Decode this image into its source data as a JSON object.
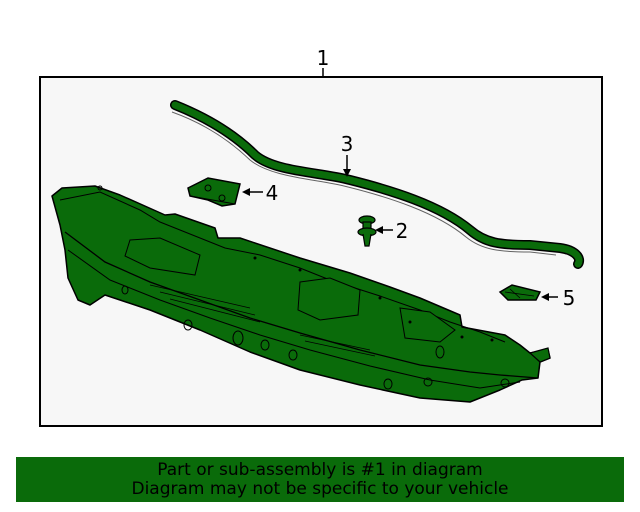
{
  "diagram": {
    "callouts": {
      "assembly": "1",
      "clip": "2",
      "reinforcement_bar": "3",
      "left_bracket": "4",
      "right_bracket": "5"
    },
    "colors": {
      "part_fill": "#0a6b0a",
      "outline": "#000000",
      "frame_background": "#f7f7f7",
      "banner": "#0a6b0a"
    }
  },
  "banner": {
    "line1": "Part or sub-assembly is #1 in diagram",
    "line2": "Diagram may not be specific to your vehicle"
  }
}
